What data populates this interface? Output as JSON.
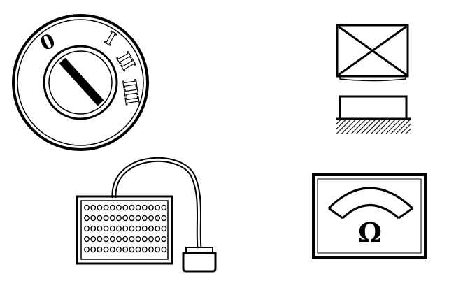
{
  "ignition_switch": {
    "key_positions": [
      "0",
      "I",
      "II",
      "III"
    ]
  },
  "ohmmeter": {
    "unit_symbol": "Ω"
  },
  "colors": {
    "ink": "#000000",
    "background": "#ffffff"
  },
  "icons": [
    "ignition-switch-icon",
    "warning-lamp-icon",
    "push-button-icon",
    "test-box-icon",
    "connector-plug-icon",
    "ohmmeter-icon"
  ]
}
